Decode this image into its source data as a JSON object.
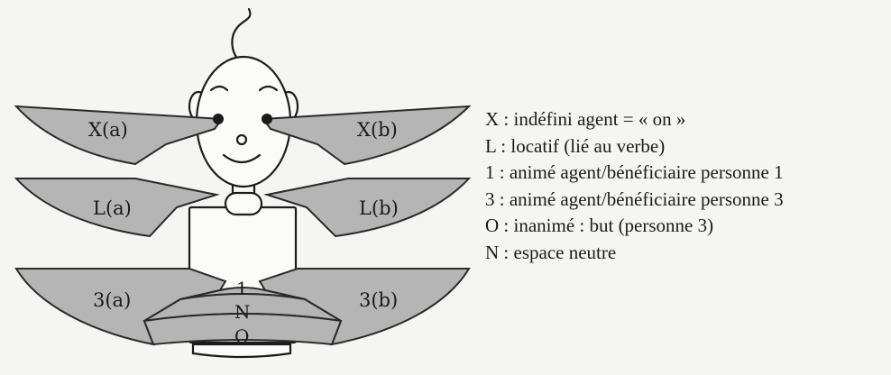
{
  "zones": {
    "x_left": "X(a)",
    "x_right": "X(b)",
    "l_left": "L(a)",
    "l_right": "L(b)",
    "three_left": "3(a)",
    "three_right": "3(b)",
    "center_1": "1",
    "center_n": "N",
    "center_o": "O"
  },
  "legend": [
    "X : indéfini agent = « on »",
    "L : locatif (lié au verbe)",
    "1 : animé agent/bénéficiaire personne 1",
    "3 : animé agent/bénéficiaire personne 3",
    "O : inanimé : but (personne 3)",
    "N : espace neutre"
  ]
}
